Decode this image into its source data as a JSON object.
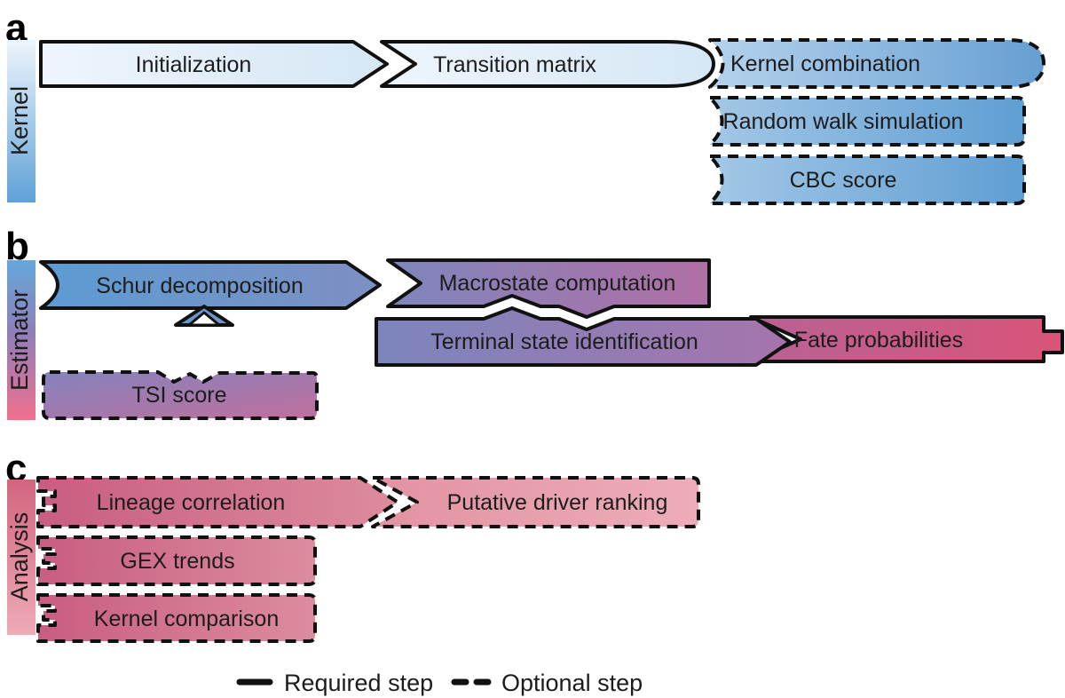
{
  "figure": {
    "panels": {
      "a": {
        "letter": "a",
        "sidebar_label": "Kernel",
        "steps": {
          "initialization": "Initialization",
          "transition_matrix": "Transition matrix",
          "kernel_combination": "Kernel combination",
          "random_walk": "Random walk simulation",
          "cbc_score": "CBC score"
        }
      },
      "b": {
        "letter": "b",
        "sidebar_label": "Estimator",
        "steps": {
          "schur": "Schur decomposition",
          "macrostate": "Macrostate computation",
          "terminal": "Terminal state identification",
          "fate": "Fate probabilities",
          "tsi": "TSI score"
        }
      },
      "c": {
        "letter": "c",
        "sidebar_label": "Analysis",
        "steps": {
          "lineage": "Lineage correlation",
          "putative": "Putative driver ranking",
          "gex": "GEX trends",
          "kernel_comparison": "Kernel comparison"
        }
      }
    },
    "legend": {
      "required": "Required step",
      "optional": "Optional step"
    }
  },
  "colors": {
    "ink": "#111111",
    "text": "#1c1c1c",
    "kernel_bar_top": "#eef5fc",
    "kernel_bar_bottom": "#5fa1d7",
    "estimator_bar_top": "#64a8dc",
    "estimator_bar_mid": "#8e7fb8",
    "estimator_bar_bottom": "#f06f8e",
    "analysis_bar_top": "#d2647f",
    "analysis_bar_bottom": "#efaab6",
    "lightblue_left": "#eef5fc",
    "lightblue_right": "#d6e7f5",
    "kernelcomb_left": "#b5d2ec",
    "kernelcomb_right": "#669fd3",
    "midblue_left": "#a3c7e6",
    "midblue_right": "#5f9ed3",
    "schur_left": "#5c9cd3",
    "schur_right": "#7e8fc2",
    "connector_blue": "#6aa3d6",
    "macro_left": "#7f86bd",
    "macro_right": "#b06fa4",
    "terminal_left": "#7d85bd",
    "terminal_right": "#a674ac",
    "fate_left": "#b86295",
    "fate_right": "#d95479",
    "tsi_start": "#8583bd",
    "tsi_end": "#bf6f9e",
    "pink_left": "#c85d81",
    "pink_right": "#dd8c9e",
    "lightpink_left": "#e292a1",
    "lightpink_right": "#edadb8"
  }
}
